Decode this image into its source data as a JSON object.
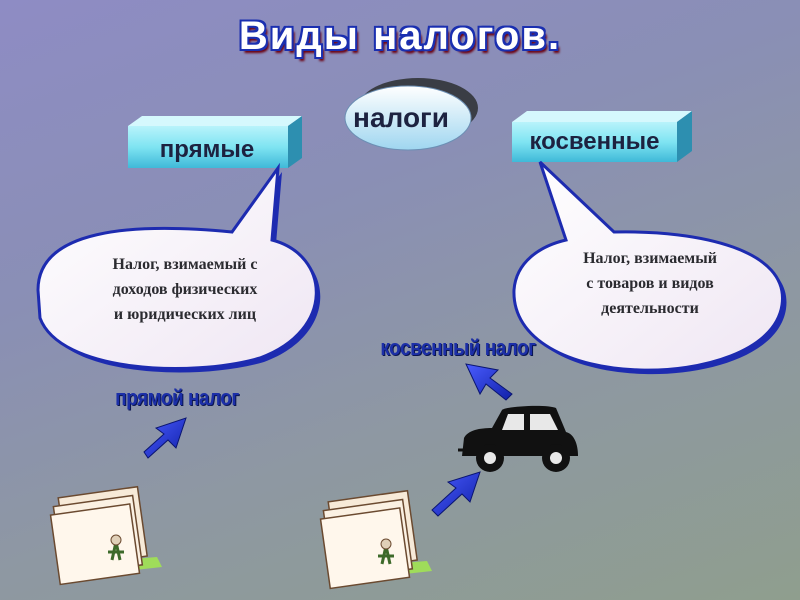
{
  "title": "Виды налогов.",
  "center": {
    "label": "налоги"
  },
  "left_box": {
    "label": "прямые"
  },
  "right_box": {
    "label": "косвенные"
  },
  "left_callout": {
    "lines": [
      "Налог, взимаемый с",
      "доходов физических",
      "и юридических лиц"
    ]
  },
  "right_callout": {
    "lines": [
      "Налог, взимаемый",
      "с товаров и видов",
      "деятельности"
    ]
  },
  "direct_label": "прямой налог",
  "indirect_label": "косвенный налог",
  "colors": {
    "box_face": "#7fe4f2",
    "callout_fill": "#f8f2fa",
    "callout_border": "#1d2bb0",
    "arrow": "#1a2fc9",
    "title_outline": "#1a2fb0"
  },
  "icons": [
    "money-paper-icon",
    "money-paper-icon",
    "car-icon"
  ]
}
